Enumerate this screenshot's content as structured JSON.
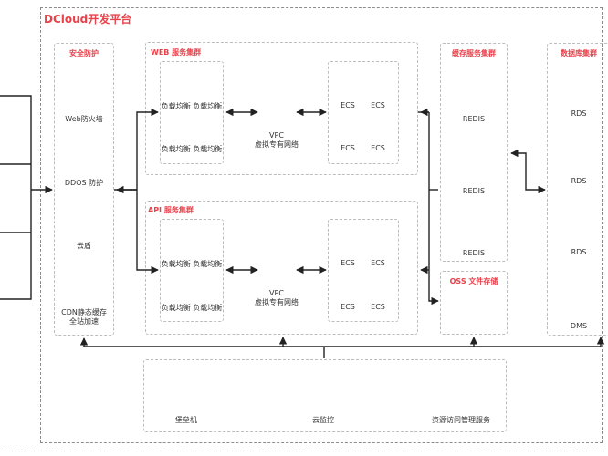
{
  "platform": {
    "title": "DCloud开发平台"
  },
  "security": {
    "title": "安全防护",
    "items": [
      "Web防火墙",
      "DDOS 防护",
      "云盾",
      "CDN静态缓存",
      "全站加速"
    ]
  },
  "web_cluster": {
    "title": "WEB 服务集群",
    "lb_row1": "负载均衡 负载均衡",
    "lb_row2": "负载均衡 负载均衡",
    "vpc_line1": "VPC",
    "vpc_line2": "虚拟专有网络",
    "ecs": [
      "ECS",
      "ECS",
      "ECS",
      "ECS"
    ]
  },
  "api_cluster": {
    "title": "API 服务集群",
    "lb_row1": "负载均衡 负载均衡",
    "lb_row2": "负载均衡 负载均衡",
    "vpc_line1": "VPC",
    "vpc_line2": "虚拟专有网络",
    "ecs": [
      "ECS",
      "ECS",
      "ECS",
      "ECS"
    ]
  },
  "cache_cluster": {
    "title": "缓存服务集群",
    "items": [
      "REDIS",
      "REDIS",
      "REDIS"
    ]
  },
  "oss": {
    "title": "OSS 文件存储"
  },
  "database_cluster": {
    "title": "数据库集群",
    "items": [
      "RDS",
      "RDS",
      "RDS",
      "DMS"
    ]
  },
  "bottom_services": {
    "items": [
      "堡垒机",
      "云监控",
      "资源访问管理服务"
    ]
  }
}
